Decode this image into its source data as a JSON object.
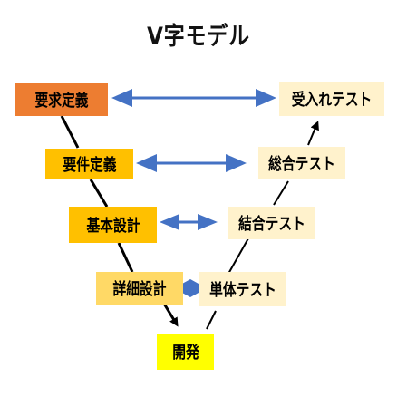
{
  "title": "V字モデル",
  "left_steps": [
    {
      "label": "要求定義",
      "color": "#ED7D31"
    },
    {
      "label": "要件定義",
      "color": "#FFC000"
    },
    {
      "label": "基本設計",
      "color": "#FFC000"
    },
    {
      "label": "詳細設計",
      "color": "#FFD966"
    }
  ],
  "bottom_step": {
    "label": "開発",
    "color": "#FFFF00"
  },
  "right_steps": [
    {
      "label": "受入れテスト",
      "color": "#FFF2CC"
    },
    {
      "label": "総合テスト",
      "color": "#FFF2CC"
    },
    {
      "label": "結合テスト",
      "color": "#FFF2CC"
    },
    {
      "label": "単体テスト",
      "color": "#FFF2CC"
    }
  ],
  "colors": {
    "arrow": "#4472C4",
    "line": "#000000"
  }
}
